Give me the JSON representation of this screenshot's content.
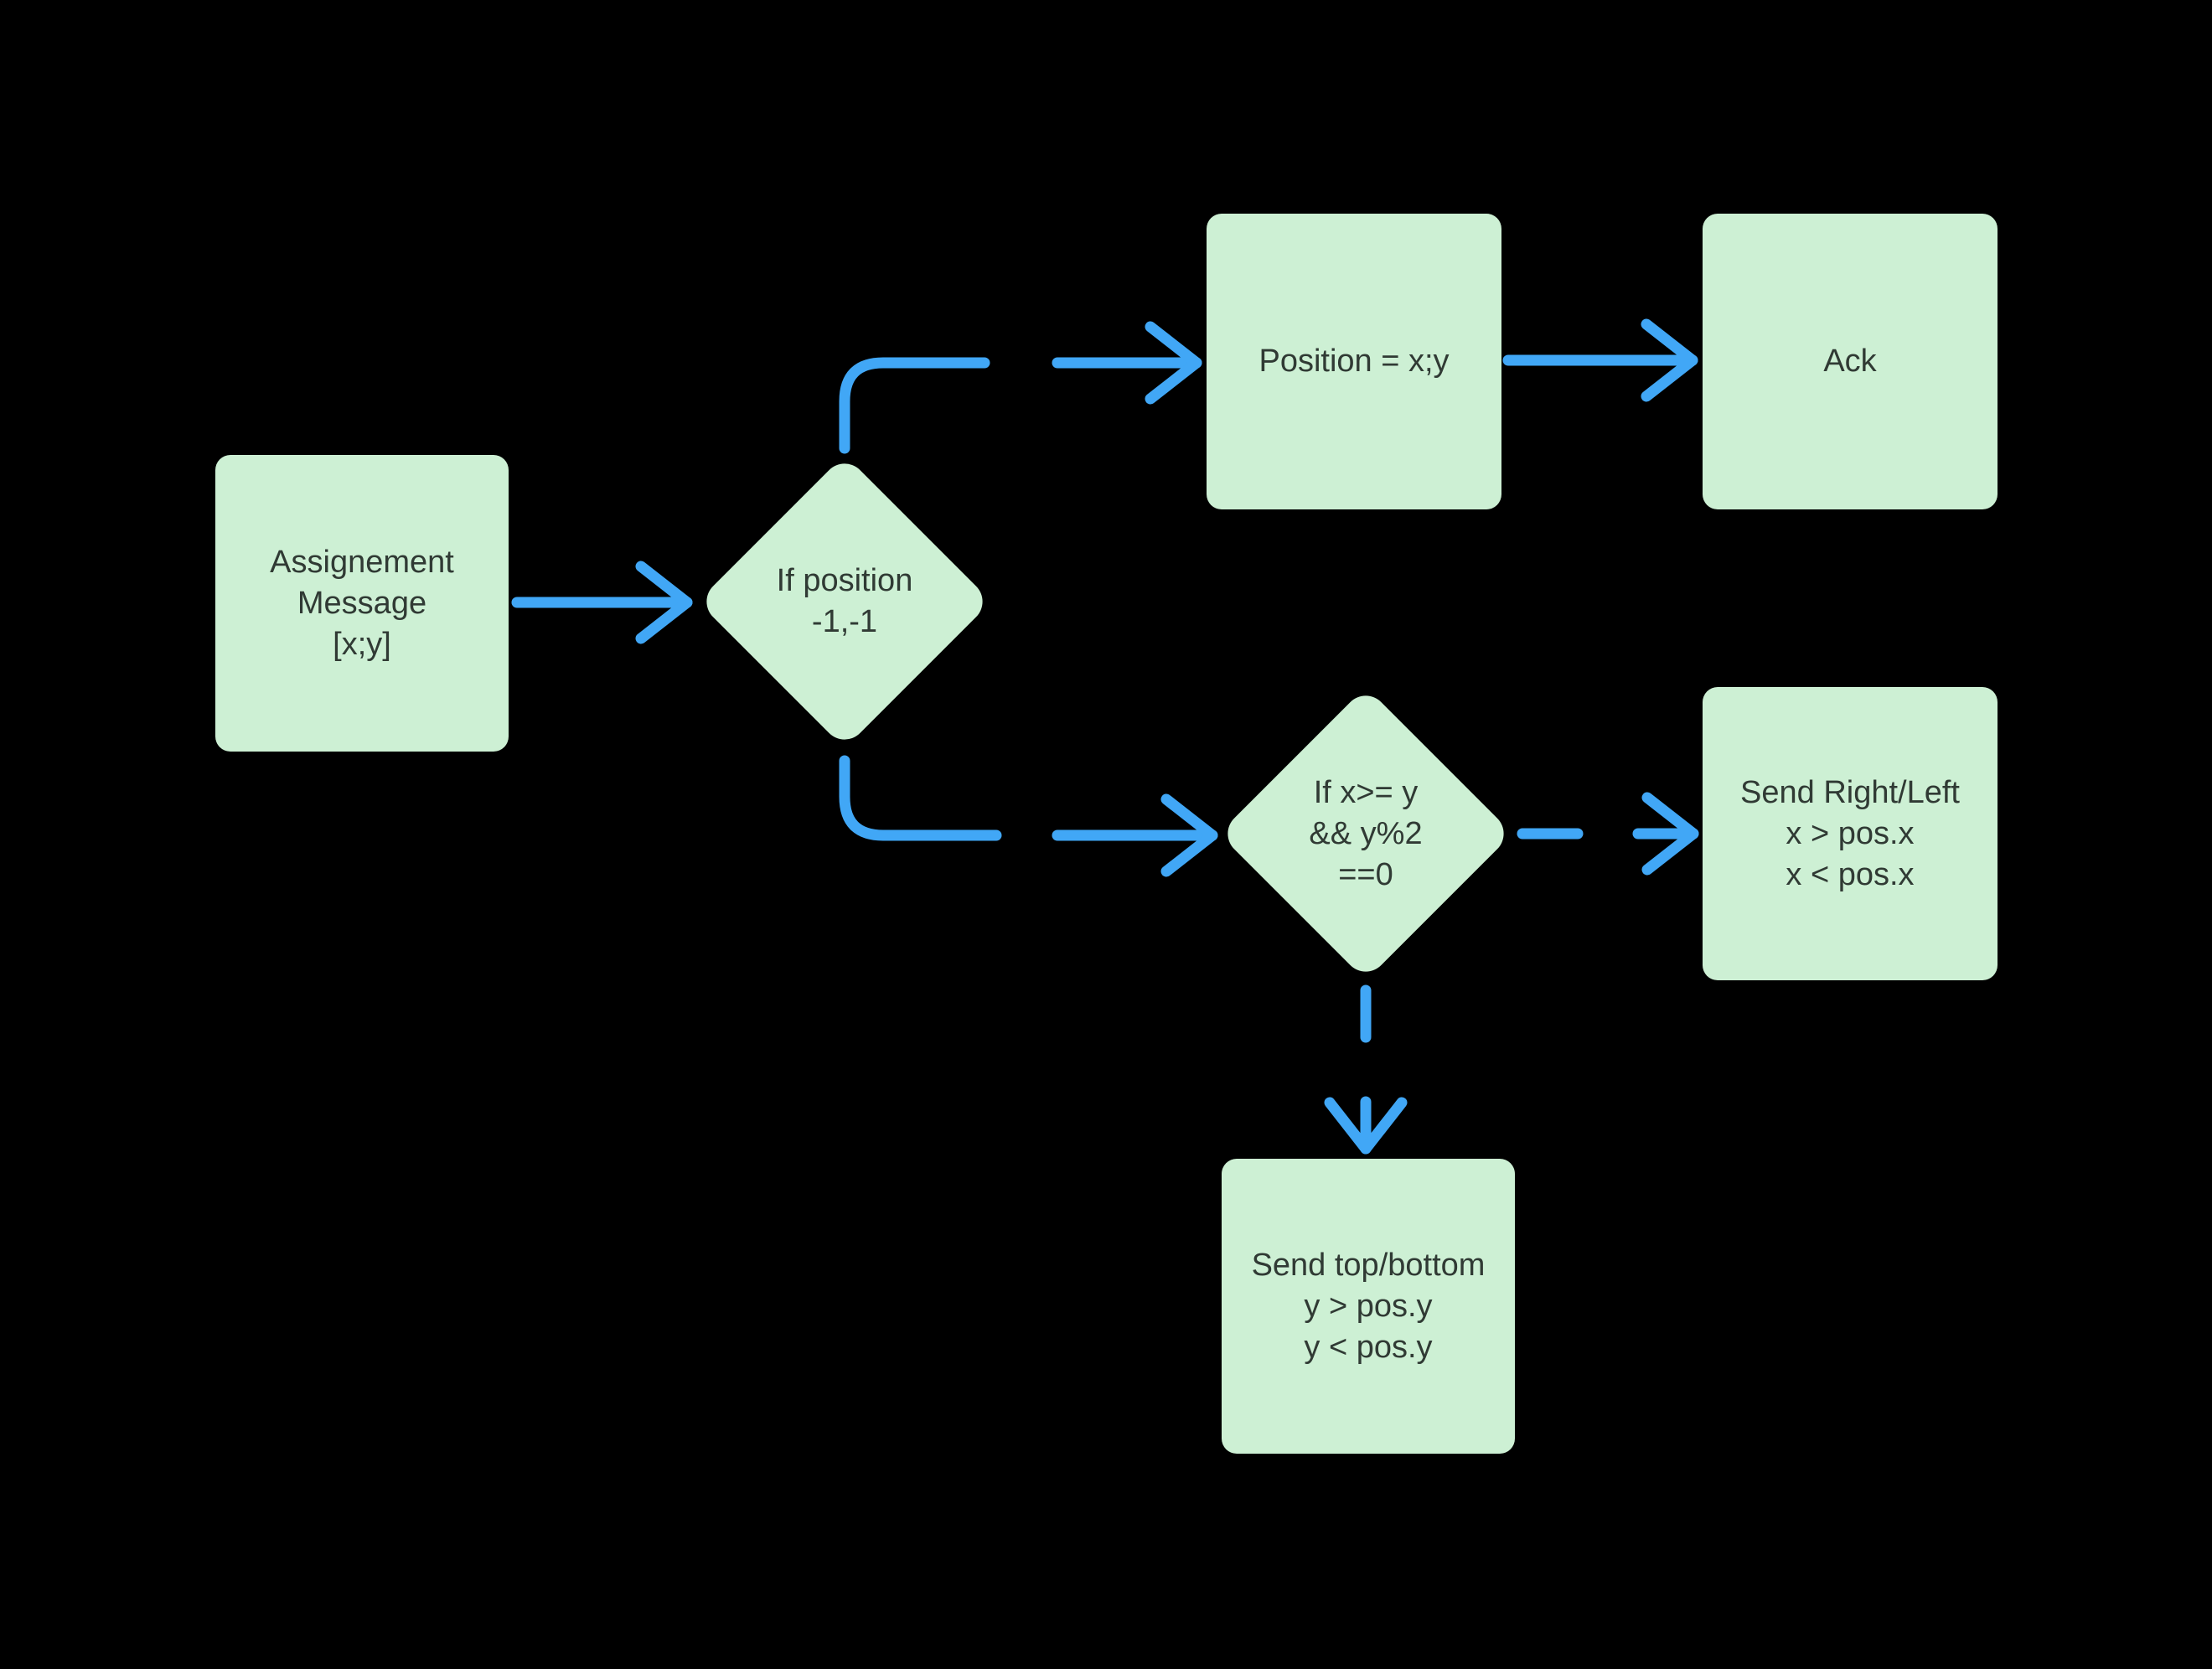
{
  "colors": {
    "background": "#000000",
    "node_fill": "#cdf0d4",
    "node_text": "#303a34",
    "arrow": "#41a7f6"
  },
  "nodes": [
    {
      "id": "assignement-message",
      "type": "process",
      "lines": [
        "Assignement",
        "Message",
        "[x;y]"
      ]
    },
    {
      "id": "if-position",
      "type": "decision",
      "lines": [
        "If position",
        "-1,-1"
      ]
    },
    {
      "id": "position-xy",
      "type": "process",
      "lines": [
        "Position = x;y"
      ]
    },
    {
      "id": "ack",
      "type": "process",
      "lines": [
        "Ack"
      ]
    },
    {
      "id": "if-x-ge-y",
      "type": "decision",
      "lines": [
        "If x>= y",
        "&& y%2",
        "==0"
      ]
    },
    {
      "id": "send-right-left",
      "type": "process",
      "lines": [
        "Send Right/Left",
        "x > pos.x",
        "x < pos.x"
      ]
    },
    {
      "id": "send-top-bottom",
      "type": "process",
      "lines": [
        "Send top/bottom",
        "y > pos.y",
        "y < pos.y"
      ]
    }
  ],
  "edges": [
    {
      "from": "assignement-message",
      "to": "if-position",
      "style": "solid"
    },
    {
      "from": "if-position",
      "to": "position-xy",
      "style": "elbow-broken"
    },
    {
      "from": "position-xy",
      "to": "ack",
      "style": "solid"
    },
    {
      "from": "if-position",
      "to": "if-x-ge-y",
      "style": "elbow-broken"
    },
    {
      "from": "if-x-ge-y",
      "to": "send-right-left",
      "style": "dashed"
    },
    {
      "from": "if-x-ge-y",
      "to": "send-top-bottom",
      "style": "dashed"
    }
  ]
}
